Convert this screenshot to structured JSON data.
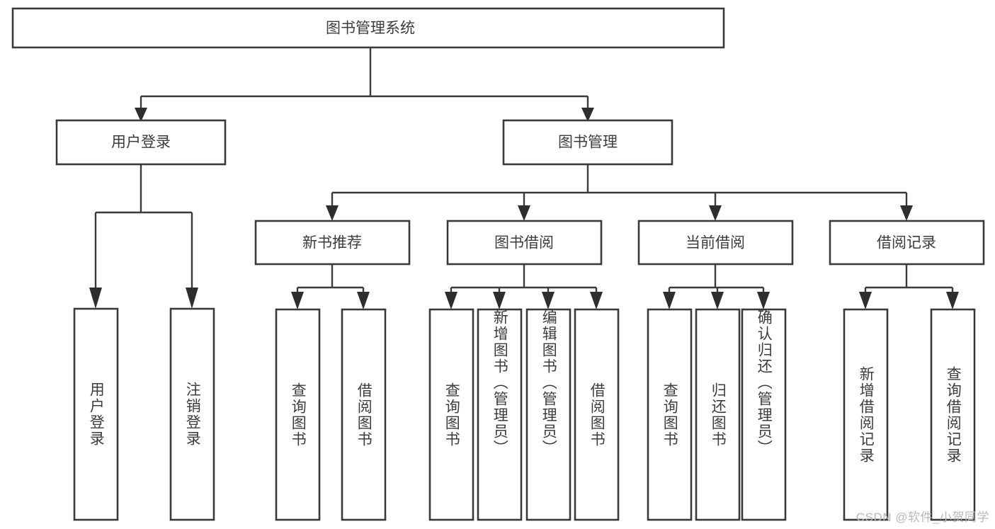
{
  "diagram": {
    "type": "tree-hierarchy",
    "title": "图书管理系统",
    "background_color": "#ffffff",
    "line_color": "#3a3a3a",
    "text_color": "#3c3c3c",
    "root": {
      "label": "图书管理系统"
    },
    "level2": [
      {
        "label": "用户登录"
      },
      {
        "label": "图书管理"
      }
    ],
    "level3": [
      {
        "label": "新书推荐"
      },
      {
        "label": "图书借阅"
      },
      {
        "label": "当前借阅"
      },
      {
        "label": "借阅记录"
      }
    ],
    "leaves": {
      "user_login": [
        {
          "label": "用户登录"
        },
        {
          "label": "注销登录"
        }
      ],
      "new_book_recommend": [
        {
          "label": "查询图书"
        },
        {
          "label": "借阅图书"
        }
      ],
      "book_borrow": [
        {
          "label": "查询图书"
        },
        {
          "label": "新增图书（管理员）"
        },
        {
          "label": "编辑图书（管理员）"
        },
        {
          "label": "借阅图书"
        }
      ],
      "current_borrow": [
        {
          "label": "查询图书"
        },
        {
          "label": "归还图书"
        },
        {
          "label": "确认归还（管理员）"
        }
      ],
      "borrow_record": [
        {
          "label": "新增借阅记录"
        },
        {
          "label": "查询借阅记录"
        }
      ]
    }
  },
  "watermark": {
    "text": "CSDN @软件_小贺同学"
  }
}
